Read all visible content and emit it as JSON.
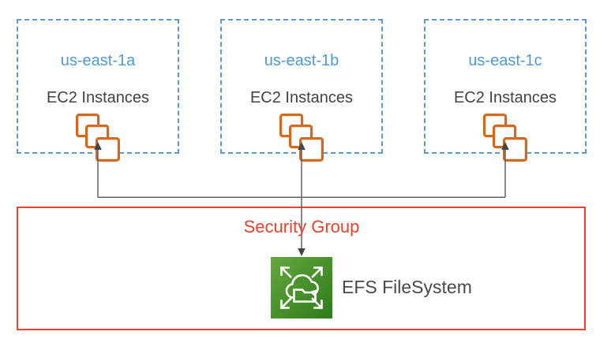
{
  "availability_zones": [
    {
      "name": "us-east-1a",
      "label": "EC2 Instances"
    },
    {
      "name": "us-east-1b",
      "label": "EC2 Instances"
    },
    {
      "name": "us-east-1c",
      "label": "EC2 Instances"
    }
  ],
  "security_group": {
    "label": "Security Group"
  },
  "efs": {
    "label": "EFS FileSystem"
  },
  "icons": {
    "ec2_instances": "ec2-instances-stack-icon",
    "efs_filesystem": "efs-filesystem-icon"
  },
  "colors": {
    "az_border_blue": "#5B9BD5",
    "az_title_blue": "#4D9BD6",
    "label_dark_gray": "#3F4347",
    "ec2_icon_orange": "#D4691E",
    "security_group_red": "#E8432C",
    "connector_gray": "#616161",
    "arrowhead_dark": "#40474B",
    "efs_green_light": "#64A83C",
    "efs_green_dark": "#2E7A1C"
  }
}
